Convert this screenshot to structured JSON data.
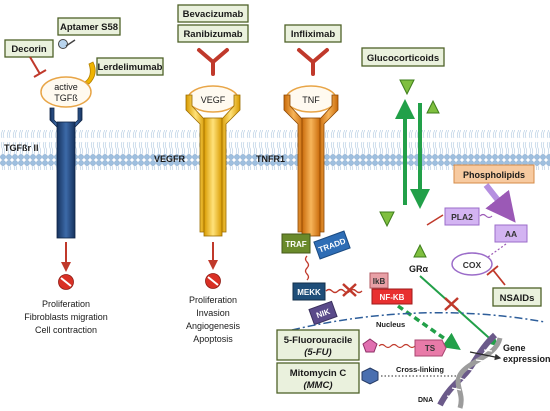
{
  "drugs": {
    "aptamer": "Aptamer S58",
    "decorin": "Decorin",
    "lerdelimumab": "Lerdelimumab",
    "bevacizumab": "Bevacizumab",
    "ranibizumab": "Ranibizumab",
    "infliximab": "Infliximab",
    "glucocorticoids": "Glucocorticoids",
    "nsaids": "NSAIDs",
    "fu_line1": "5-Fluorouracile",
    "fu_line2": "(5-FU)",
    "mmc_line1": "Mitomycin C",
    "mmc_line2": "(MMC)"
  },
  "ligands": {
    "tgfb_line1": "active",
    "tgfb_line2": "TGFß",
    "vegf": "VEGF",
    "tnf": "TNF"
  },
  "receptors": {
    "tgfbr": "TGFßr II",
    "vegfr": "VEGFR",
    "tnfr": "TNFR1",
    "gr": "GRα"
  },
  "signaling": {
    "traf": "TRAF",
    "tradd": "TRADD",
    "mekk": "MEKK",
    "nik": "NIK",
    "ikb": "IkB",
    "nfkb": "NF-KB",
    "phospholipids": "Phospholipids",
    "pla2": "PLA2",
    "aa": "AA",
    "cox": "COX",
    "nucleus": "Nucleus",
    "ts": "TS",
    "crosslinking": "Cross-linking",
    "dna": "DNA",
    "gene_line1": "Gene",
    "gene_line2": "expression"
  },
  "outcomes": {
    "tgfb": [
      "Proliferation",
      "Fibroblasts migration",
      "Cell contraction"
    ],
    "vegf": [
      "Proliferation",
      "Invasion",
      "Angiogenesis",
      "Apoptosis"
    ]
  },
  "colors": {
    "tgfbr": "#1f3f73",
    "vegfr": "#f2b200",
    "tnfr": "#e98a17",
    "ligand_red": "#c0392b",
    "membrane": "#a9c4de",
    "arrow_green": "#22a049",
    "drug_border": "#4f6228",
    "drug_fill": "#eaf1dd"
  }
}
